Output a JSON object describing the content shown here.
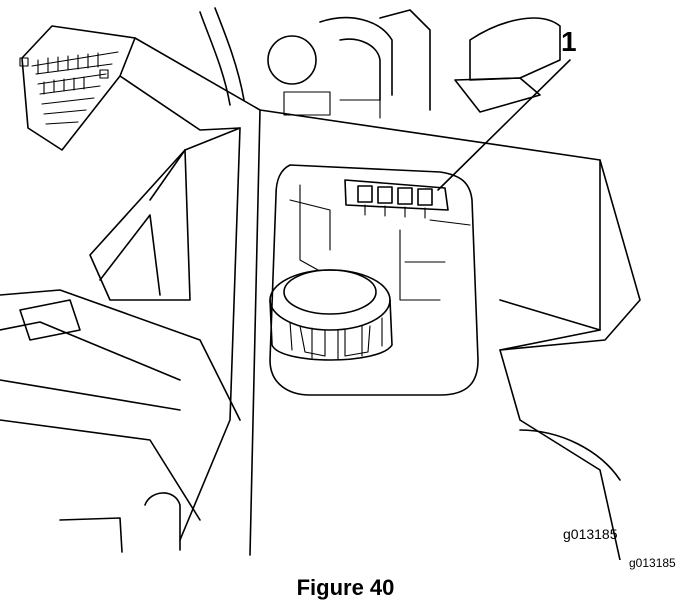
{
  "figure": {
    "callout_number": "1",
    "art_id_inner": "g013185",
    "art_id_outer": "g013185",
    "caption": "Figure 40"
  },
  "callouts": [
    {
      "number": "1",
      "target": "fuse-block"
    }
  ],
  "colors": {
    "line": "#000000",
    "background": "#ffffff"
  }
}
